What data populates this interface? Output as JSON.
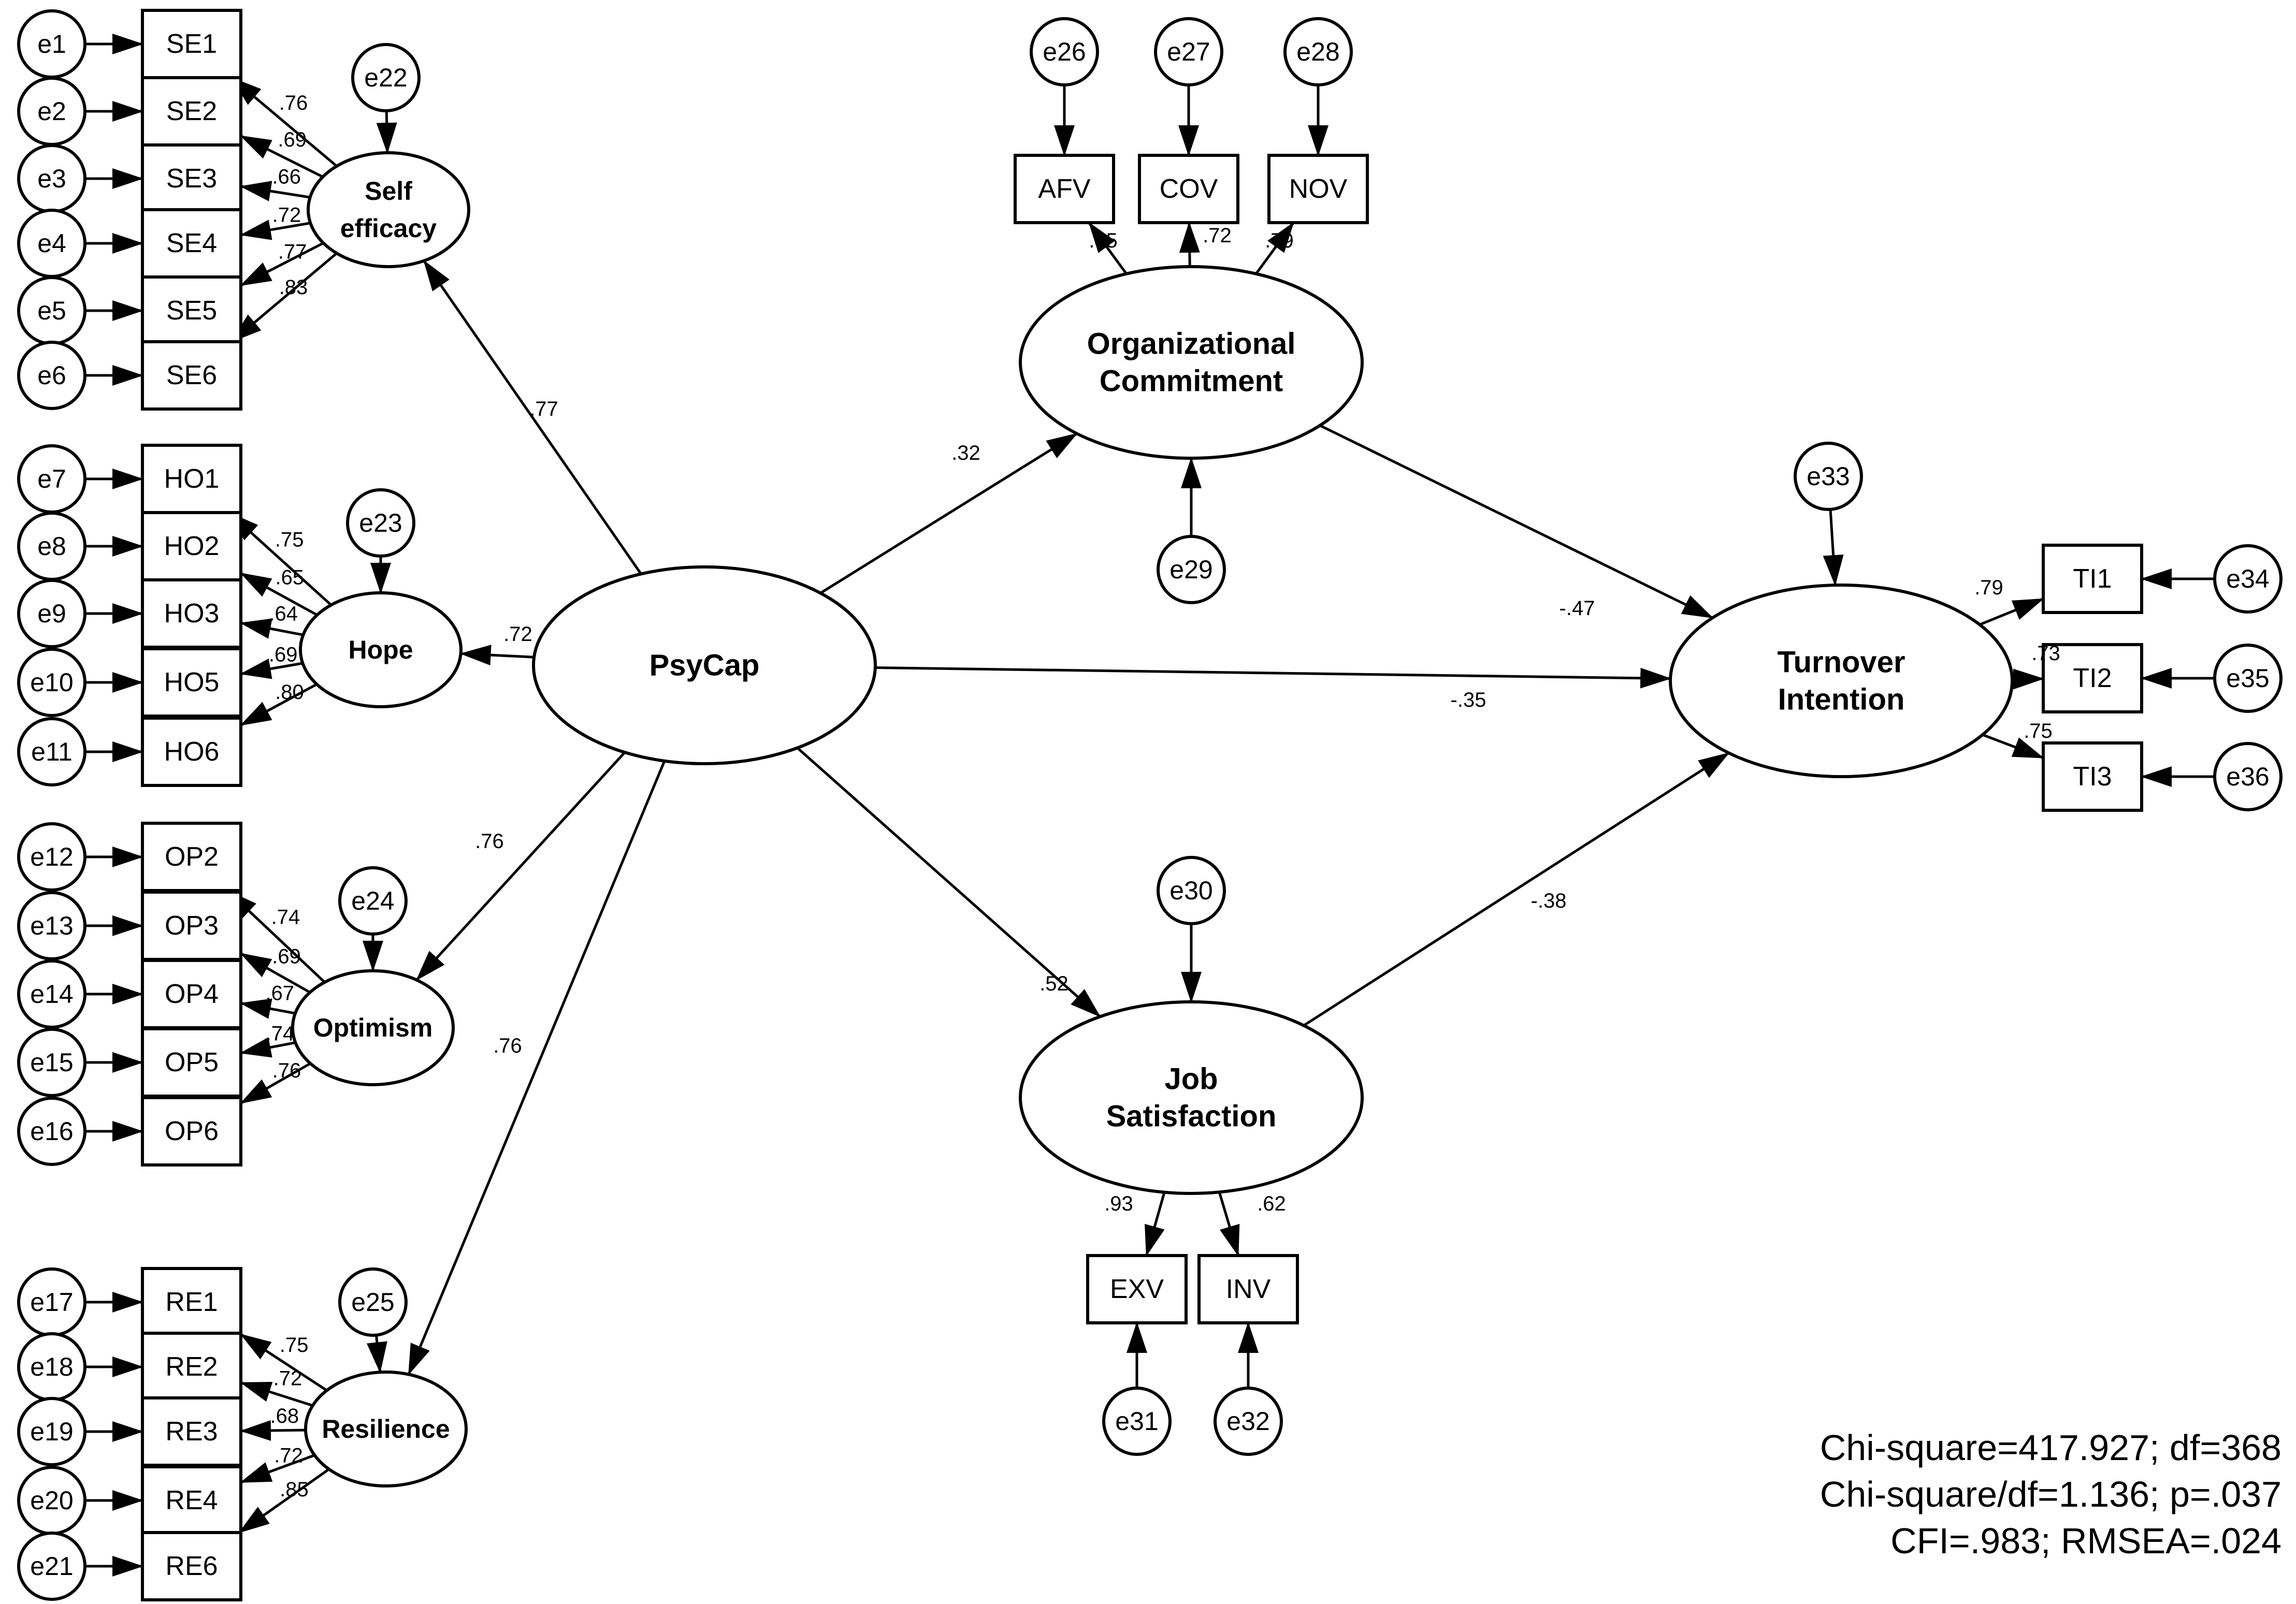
{
  "latents": {
    "psycap": "PsyCap",
    "self_efficacy": [
      "Self",
      "efficacy"
    ],
    "hope": "Hope",
    "optimism": "Optimism",
    "resilience": "Resilience",
    "org_commitment": [
      "Organizational",
      "Commitment"
    ],
    "job_satisfaction": [
      "Job",
      "Satisfaction"
    ],
    "turnover_intention": [
      "Turnover",
      "Intention"
    ]
  },
  "indicators": {
    "se": [
      "SE1",
      "SE2",
      "SE3",
      "SE4",
      "SE5",
      "SE6"
    ],
    "ho": [
      "HO1",
      "HO2",
      "HO3",
      "HO5",
      "HO6"
    ],
    "op": [
      "OP2",
      "OP3",
      "OP4",
      "OP5",
      "OP6"
    ],
    "re": [
      "RE1",
      "RE2",
      "RE3",
      "RE4",
      "RE6"
    ],
    "oc": [
      "AFV",
      "COV",
      "NOV"
    ],
    "js": [
      "EXV",
      "INV"
    ],
    "ti": [
      "TI1",
      "TI2",
      "TI3"
    ]
  },
  "errors": {
    "se": [
      "e1",
      "e2",
      "e3",
      "e4",
      "e5",
      "e6"
    ],
    "ho": [
      "e7",
      "e8",
      "e9",
      "e10",
      "e11"
    ],
    "op": [
      "e12",
      "e13",
      "e14",
      "e15",
      "e16"
    ],
    "re": [
      "e17",
      "e18",
      "e19",
      "e20",
      "e21"
    ],
    "disturbance": [
      "e22",
      "e23",
      "e24",
      "e25"
    ],
    "oc": [
      "e26",
      "e27",
      "e28"
    ],
    "oc_disturbance": "e29",
    "js_disturbance": "e30",
    "js": [
      "e31",
      "e32"
    ],
    "ti_disturbance": "e33",
    "ti": [
      "e34",
      "e35",
      "e36"
    ]
  },
  "loadings": {
    "se": [
      ".76",
      ".69",
      ".66",
      ".72",
      ".77",
      ".83"
    ],
    "ho": [
      ".75",
      ".65",
      ".64",
      ".69",
      ".80"
    ],
    "op": [
      ".74",
      ".69",
      ".67",
      ".74",
      ".76"
    ],
    "re": [
      ".75",
      ".72",
      ".68",
      ".72",
      ".85"
    ],
    "oc": [
      ".65",
      ".72",
      ".79"
    ],
    "js": [
      ".93",
      ".62"
    ],
    "ti": [
      ".79",
      ".73",
      ".75"
    ]
  },
  "paths": {
    "psycap_self_efficacy": ".77",
    "psycap_hope": ".72",
    "psycap_optimism": ".76",
    "psycap_resilience": ".76",
    "psycap_oc": ".32",
    "psycap_ti": "-.35",
    "psycap_js": ".52",
    "oc_ti": "-.47",
    "js_ti": "-.38"
  },
  "fit": [
    "Chi-square=417.927; df=368",
    "Chi-square/df=1.136; p=.037",
    "CFI=.983;  RMSEA=.024"
  ]
}
